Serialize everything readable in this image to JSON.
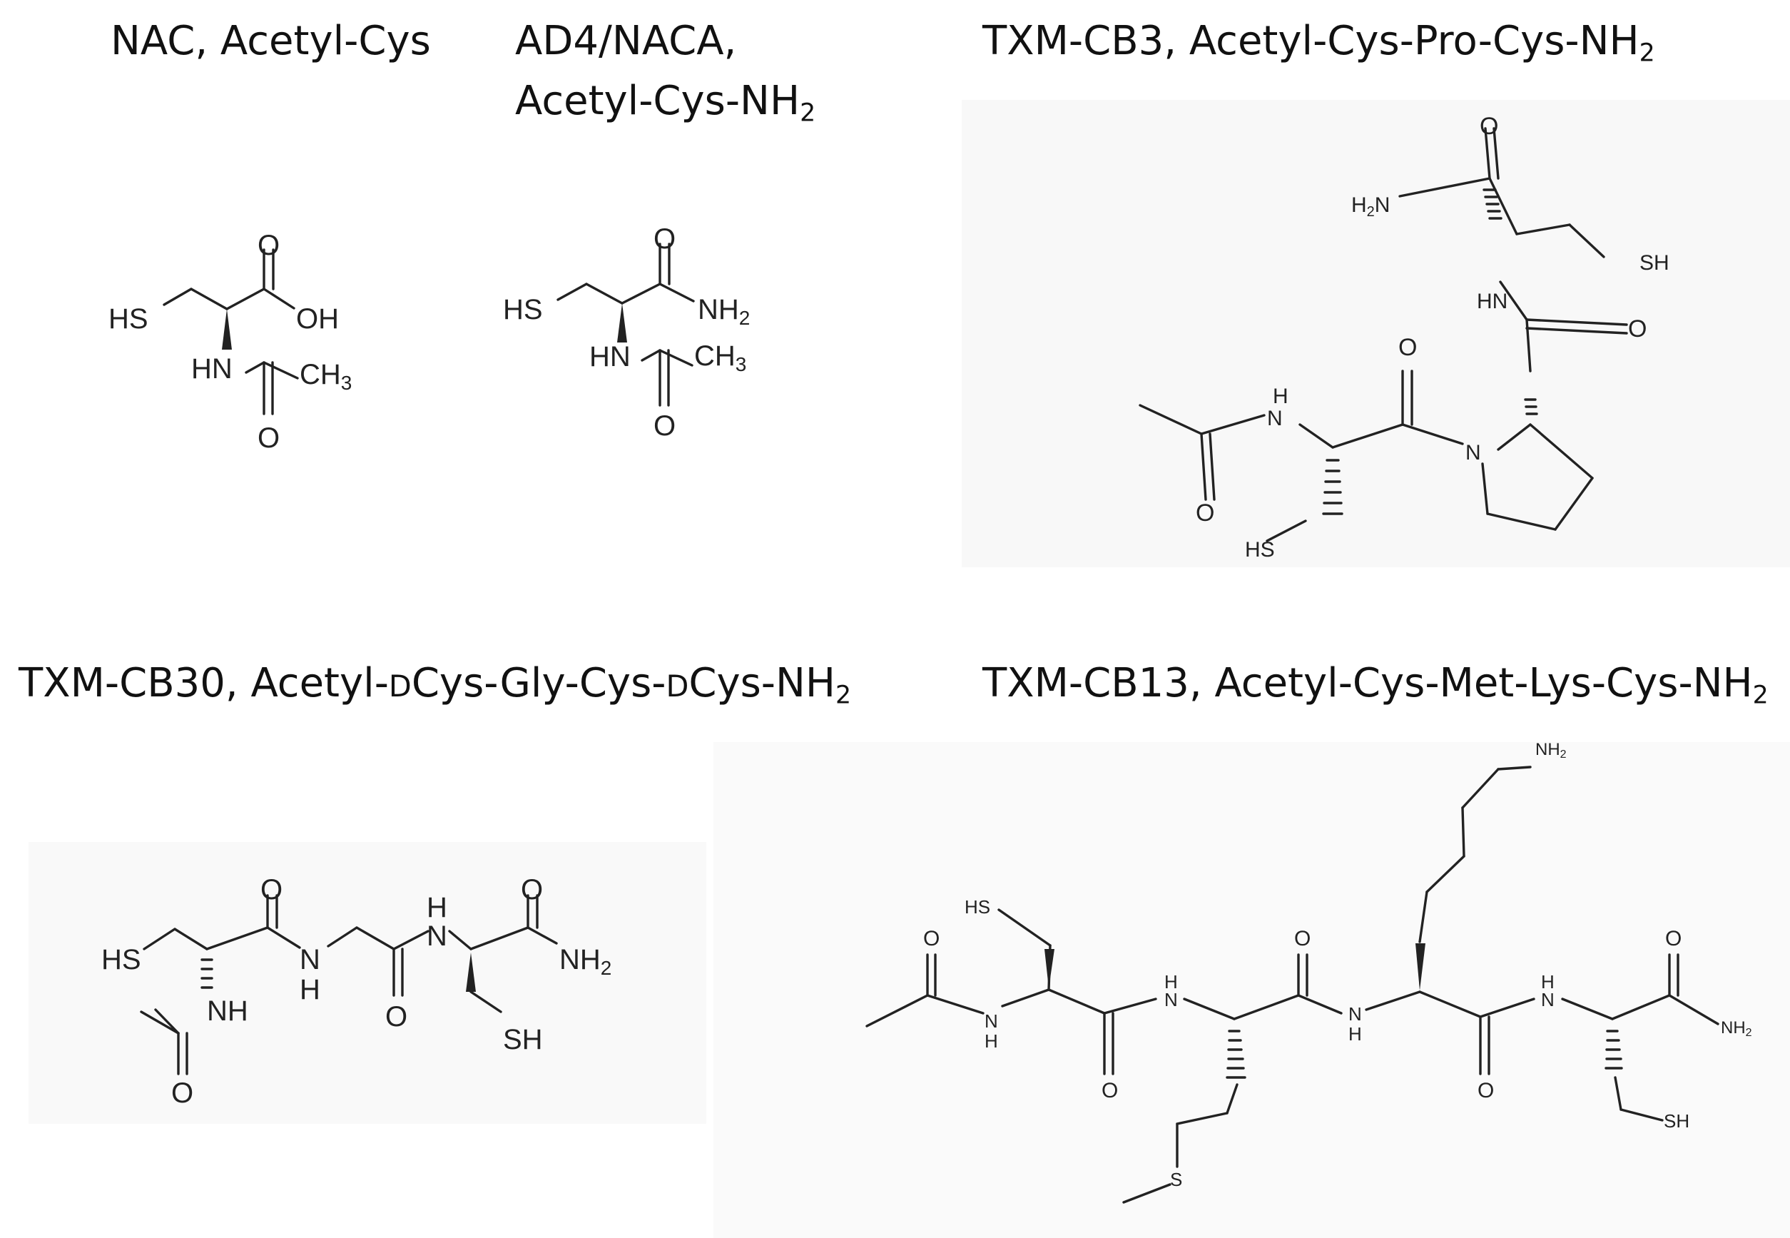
{
  "compounds": [
    {
      "id": "nac",
      "name": "NAC, Acetyl-Cys",
      "lines": [
        "NAC, Acetyl-Cys"
      ]
    },
    {
      "id": "ad4",
      "name": "AD4/NACA, Acetyl-Cys-NH2",
      "lines": [
        "AD4/NACA,",
        "Acetyl-Cys-NH"
      ],
      "subscript": "2"
    },
    {
      "id": "cb3",
      "name": "TXM-CB3, Acetyl-Cys-Pro-Cys-NH2",
      "text": "TXM-CB3, Acetyl-Cys-Pro-Cys-NH",
      "subscript": "2"
    },
    {
      "id": "cb30",
      "name": "TXM-CB30, Acetyl-DCys-Gly-Cys-DCys-NH2",
      "parts": [
        "TXM-CB30, Acetyl-",
        "D",
        "Cys-Gly-Cys-",
        "D",
        "Cys-NH"
      ],
      "subscript": "2"
    },
    {
      "id": "cb13",
      "name": "TXM-CB13, Acetyl-Cys-Met-Lys-Cys-NH2",
      "text": "TXM-CB13, Acetyl-Cys-Met-Lys-Cys-NH",
      "subscript": "2"
    }
  ],
  "atom_labels": {
    "sh": "SH",
    "hs": "HS",
    "oh": "OH",
    "hn": "HN",
    "nh": "NH",
    "nh2": "NH",
    "h2n": "H2N",
    "n": "N",
    "h": "H",
    "o": "O",
    "ch3": "CH",
    "s": "S",
    "two": "2",
    "three": "3"
  }
}
